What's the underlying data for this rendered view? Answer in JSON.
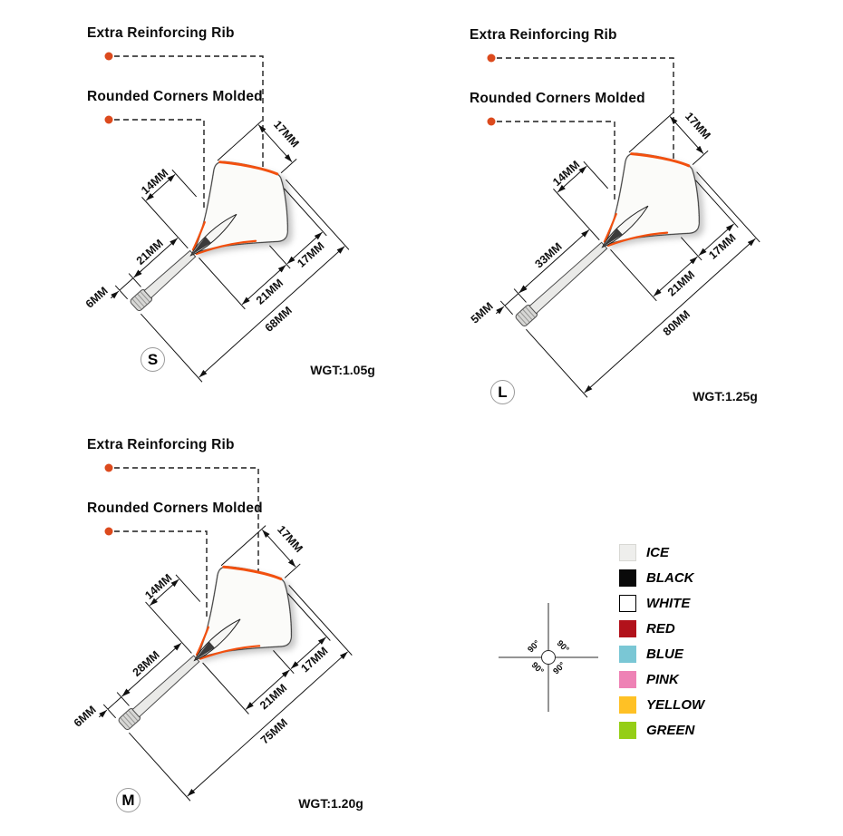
{
  "callouts": {
    "rib": "Extra Reinforcing Rib",
    "corners": "Rounded Corners Molded"
  },
  "panels": [
    {
      "size_label": "S",
      "weight_label": "WGT:1.05g",
      "dims": {
        "thread": "6MM",
        "shaft": "21MM",
        "flight_front": "14MM",
        "flight_rear": "17MM",
        "flight_bottom": "21MM",
        "flight_bottom_rear": "17MM",
        "overall": "68MM"
      }
    },
    {
      "size_label": "L",
      "weight_label": "WGT:1.25g",
      "dims": {
        "thread": "5MM",
        "shaft": "33MM",
        "flight_front": "14MM",
        "flight_rear": "17MM",
        "flight_bottom": "21MM",
        "flight_bottom_rear": "17MM",
        "overall": "80MM"
      }
    },
    {
      "size_label": "M",
      "weight_label": "WGT:1.20g",
      "dims": {
        "thread": "6MM",
        "shaft": "28MM",
        "flight_front": "14MM",
        "flight_rear": "17MM",
        "flight_bottom": "21MM",
        "flight_bottom_rear": "17MM",
        "overall": "75MM"
      }
    }
  ],
  "angle_indicator": {
    "nw": "90°",
    "ne": "90°",
    "sw": "90°",
    "se": "90°"
  },
  "legend": {
    "items": [
      {
        "name": "ICE",
        "color": "#eeeeec",
        "border": "#d8d8d4"
      },
      {
        "name": "BLACK",
        "color": "#0a0a0a",
        "border": "#0a0a0a"
      },
      {
        "name": "WHITE",
        "color": "#ffffff",
        "border": "#000000"
      },
      {
        "name": "RED",
        "color": "#b2121b",
        "border": "#b2121b"
      },
      {
        "name": "BLUE",
        "color": "#7ac7d5",
        "border": "#7ac7d5"
      },
      {
        "name": "PINK",
        "color": "#ee82b5",
        "border": "#ee82b5"
      },
      {
        "name": "YELLOW",
        "color": "#ffc125",
        "border": "#ffc125"
      },
      {
        "name": "GREEN",
        "color": "#95ce16",
        "border": "#95ce16"
      }
    ]
  },
  "colors": {
    "accent_dot": "#dc4a1d",
    "accent_edge": "#f2500f"
  }
}
